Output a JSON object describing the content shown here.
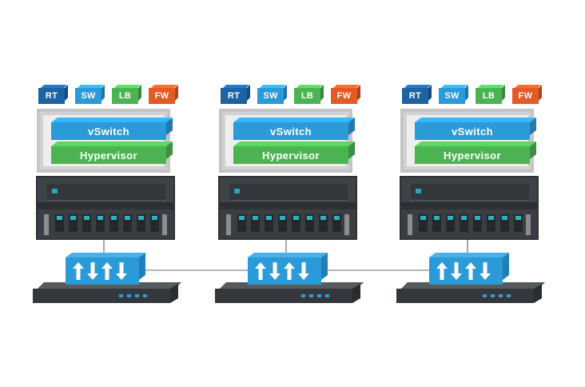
{
  "functions": [
    {
      "label": "RT",
      "color": "#1d63a3"
    },
    {
      "label": "SW",
      "color": "#2b9ad8"
    },
    {
      "label": "LB",
      "color": "#4cb352"
    },
    {
      "label": "FW",
      "color": "#e25a26"
    }
  ],
  "layers": {
    "vswitch": "vSwitch",
    "hypervisor": "Hypervisor"
  },
  "icons": {
    "switch_arrows": "up-down-arrows-icon"
  },
  "stack_count": 3
}
